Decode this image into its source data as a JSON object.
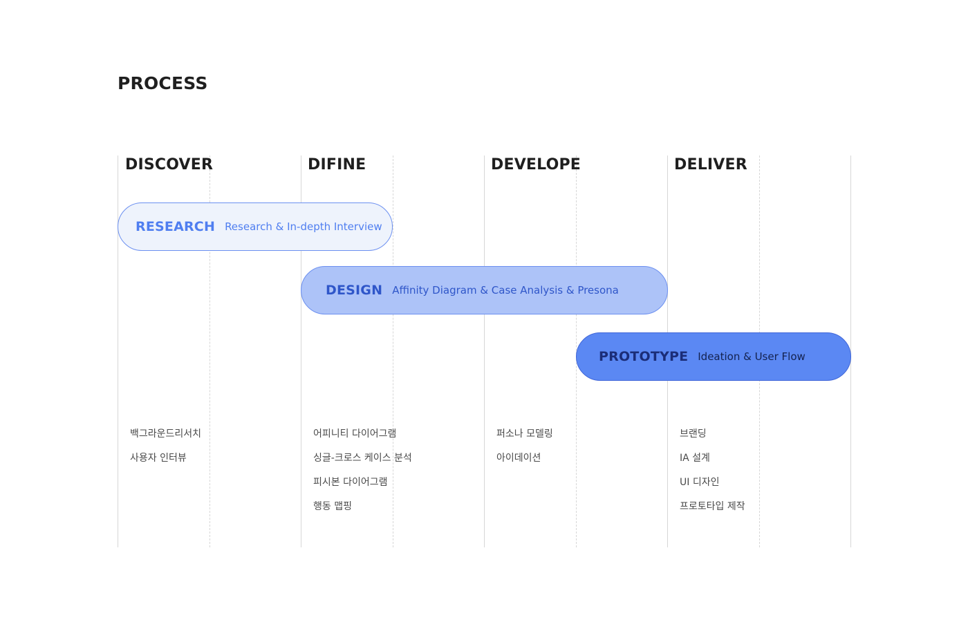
{
  "title": "PROCESS",
  "phases": [
    {
      "label": "DISCOVER"
    },
    {
      "label": "DIFINE"
    },
    {
      "label": "DEVELOPE"
    },
    {
      "label": "DELIVER"
    }
  ],
  "stages": {
    "research": {
      "label": "RESEARCH",
      "desc": "Research & In-depth Interview"
    },
    "design": {
      "label": "DESIGN",
      "desc": "Affinity Diagram & Case Analysis & Presona"
    },
    "prototype": {
      "label": "PROTOTYPE",
      "desc": "Ideation & User Flow"
    }
  },
  "tasks": {
    "discover": [
      "백그라운드리서치",
      "사용자 인터뷰"
    ],
    "define": [
      "어피니티 다이어그램",
      "싱글-크로스 케이스 분석",
      "피시본 다이어그램",
      "행동 맵핑"
    ],
    "develop": [
      "퍼소나 모델링",
      "아이데이션"
    ],
    "deliver": [
      "브랜딩",
      "IA 설계",
      "UI 디자인",
      "프로토타입 제작"
    ]
  },
  "colors": {
    "research_fill": "#eef3fc",
    "design_fill": "#adc3f8",
    "prototype_fill": "#5b88f3",
    "accent": "#4f7ef0"
  }
}
